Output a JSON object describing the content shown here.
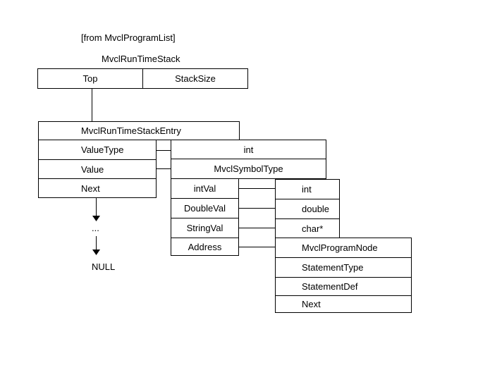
{
  "source_note": "[from MvclProgramList]",
  "runtime_stack": {
    "title": "MvclRunTimeStack",
    "fields": [
      "Top",
      "StackSize"
    ]
  },
  "stack_entry": {
    "title": "MvclRunTimeStackEntry",
    "fields": [
      "ValueType",
      "Value",
      "Next"
    ]
  },
  "value_type_box": {
    "label": "int"
  },
  "symbol_type": {
    "title": "MvclSymbolType",
    "fields": [
      "intVal",
      "DoubleVal",
      "StringVal",
      "Address"
    ]
  },
  "primitive_types": [
    "int",
    "double",
    "char*"
  ],
  "program_node": {
    "title": "MvclProgramNode",
    "fields": [
      "StatementType",
      "StatementDef",
      "Next"
    ]
  },
  "chain": {
    "ellipsis": "...",
    "terminator": "NULL"
  }
}
